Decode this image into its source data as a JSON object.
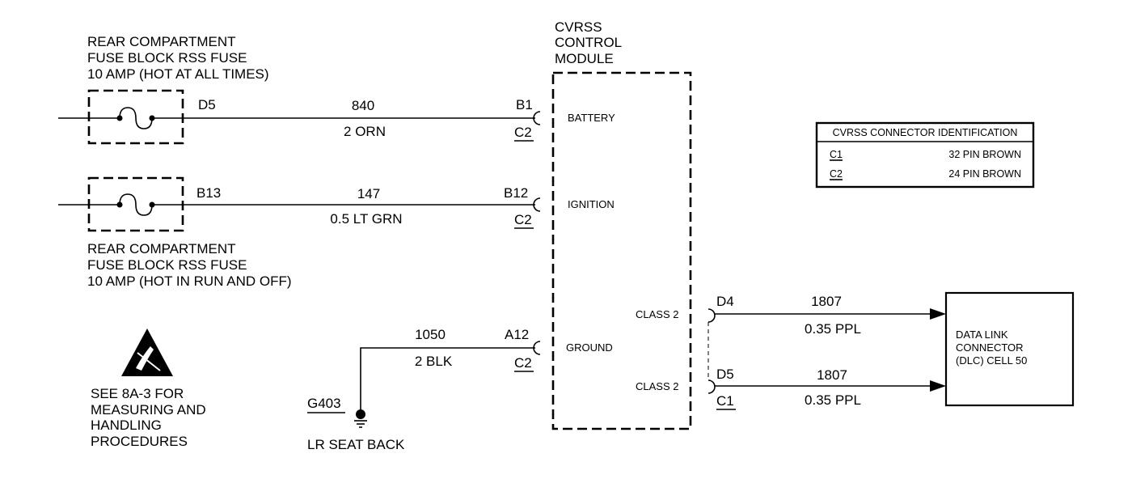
{
  "module": {
    "title_lines": [
      "CVRSS",
      "CONTROL",
      "MODULE"
    ],
    "pins": {
      "battery": "BATTERY",
      "ignition": "IGNITION",
      "ground": "GROUND",
      "class2_a": "CLASS 2",
      "class2_b": "CLASS 2"
    }
  },
  "fuse_top": {
    "label_lines": [
      "REAR COMPARTMENT",
      "FUSE BLOCK RSS FUSE",
      "10 AMP (HOT AT ALL TIMES)"
    ],
    "terminal": "D5"
  },
  "fuse_bottom": {
    "label_lines": [
      "REAR COMPARTMENT",
      "FUSE BLOCK RSS FUSE",
      "10 AMP (HOT IN RUN AND OFF)"
    ],
    "terminal": "B13"
  },
  "wires": {
    "battery": {
      "circuit": "840",
      "gauge_color": "2 ORN",
      "pin": "B1",
      "connector": "C2"
    },
    "ignition": {
      "circuit": "147",
      "gauge_color": "0.5 LT GRN",
      "pin": "B12",
      "connector": "C2"
    },
    "ground": {
      "circuit": "1050",
      "gauge_color": "2 BLK",
      "pin": "A12",
      "connector": "C2"
    },
    "class2_a": {
      "circuit": "1807",
      "gauge_color": "0.35 PPL",
      "pin": "D4"
    },
    "class2_b": {
      "circuit": "1807",
      "gauge_color": "0.35 PPL",
      "pin": "D5",
      "connector": "C1"
    }
  },
  "ground_point": {
    "id": "G403",
    "location": "LR SEAT BACK"
  },
  "esd_note": {
    "lines": [
      "SEE 8A-3 FOR",
      "MEASURING AND",
      "HANDLING",
      "PROCEDURES"
    ]
  },
  "connector_table": {
    "title": "CVRSS CONNECTOR IDENTIFICATION",
    "rows": [
      {
        "connector": "C1",
        "description": "32 PIN BROWN"
      },
      {
        "connector": "C2",
        "description": "24 PIN BROWN"
      }
    ]
  },
  "dlc": {
    "label_lines": [
      "DATA LINK",
      "CONNECTOR",
      "(DLC) CELL 50"
    ]
  }
}
